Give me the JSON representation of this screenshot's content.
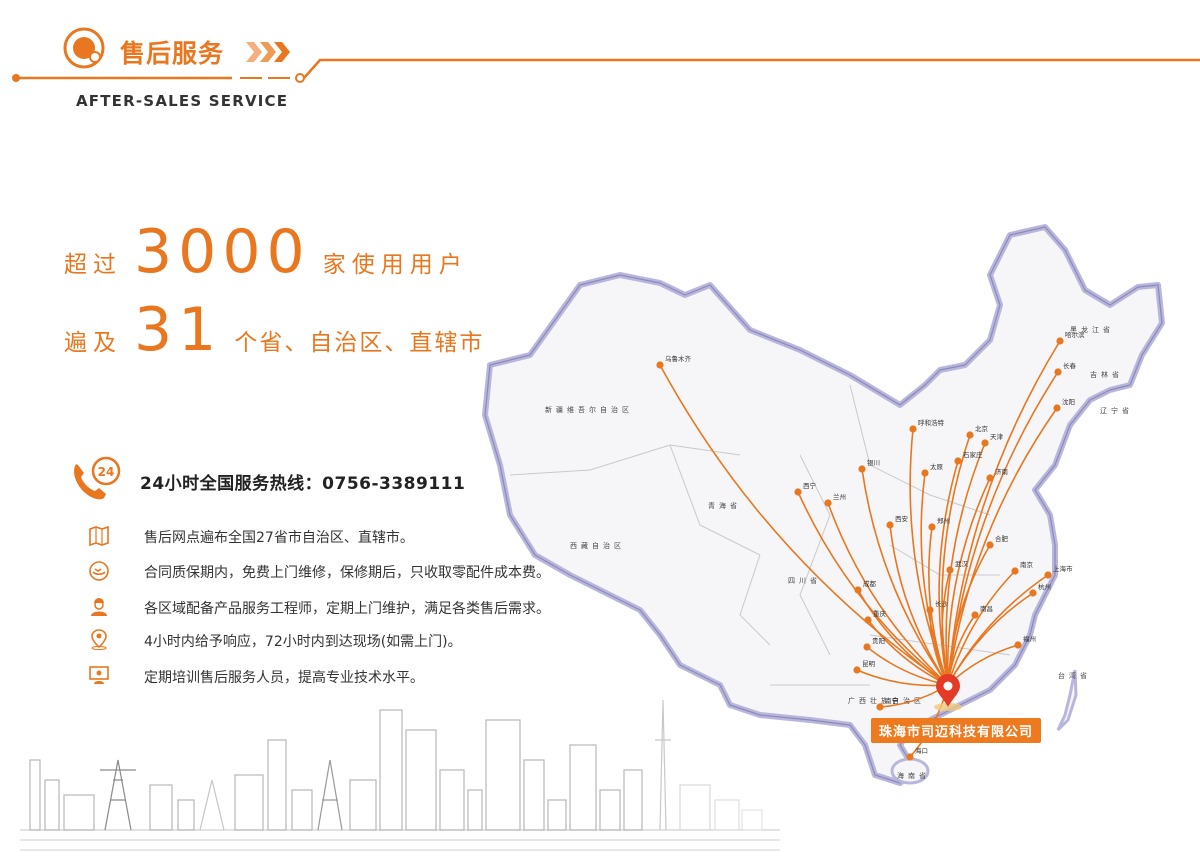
{
  "header": {
    "title_cn": "售后服务",
    "title_en": "AFTER-SALES SERVICE"
  },
  "stats": {
    "line1_prefix": "超过",
    "line1_number": "3000",
    "line1_suffix": "家使用用户",
    "line2_prefix": "遍及",
    "line2_number": "31",
    "line2_suffix": "个省、自治区、直辖市"
  },
  "hotline": {
    "icon_text": "24",
    "text": "24小时全国服务热线：0756-3389111"
  },
  "features": [
    {
      "icon": "map-book-icon",
      "text": "售后网点遍布全国27省市自治区、直辖市。"
    },
    {
      "icon": "handshake-icon",
      "text": "合同质保期内，免费上门维修，保修期后，只收取零配件成本费。"
    },
    {
      "icon": "engineer-icon",
      "text": "各区域配备产品服务工程师，定期上门维护，满足各类售后需求。"
    },
    {
      "icon": "location-pin-icon",
      "text": "4小时内给予响应，72小时内到达现场(如需上门)。"
    },
    {
      "icon": "training-icon",
      "text": "定期培训售后服务人员，提高专业技术水平。"
    }
  ],
  "map": {
    "origin_label": "珠海市司迈科技有限公司",
    "region_labels": [
      {
        "text": "新疆维吾尔自治区"
      },
      {
        "text": "西藏自治区"
      },
      {
        "text": "青海省"
      },
      {
        "text": "四川省"
      },
      {
        "text": "黑龙江省"
      },
      {
        "text": "吉林省"
      },
      {
        "text": "辽宁省"
      },
      {
        "text": "海南省"
      },
      {
        "text": "台湾省"
      },
      {
        "text": "广西壮族自治区"
      }
    ],
    "cities": [
      {
        "name": "乌鲁木齐"
      },
      {
        "name": "哈尔滨"
      },
      {
        "name": "长春"
      },
      {
        "name": "沈阳"
      },
      {
        "name": "呼和浩特"
      },
      {
        "name": "北京"
      },
      {
        "name": "天津"
      },
      {
        "name": "石家庄"
      },
      {
        "name": "太原"
      },
      {
        "name": "济南"
      },
      {
        "name": "银川"
      },
      {
        "name": "西宁"
      },
      {
        "name": "兰州"
      },
      {
        "name": "西安"
      },
      {
        "name": "郑州"
      },
      {
        "name": "合肥"
      },
      {
        "name": "南京"
      },
      {
        "name": "上海市"
      },
      {
        "name": "杭州"
      },
      {
        "name": "福州"
      },
      {
        "name": "成都"
      },
      {
        "name": "重庆"
      },
      {
        "name": "贵阳"
      },
      {
        "name": "昆明"
      },
      {
        "name": "南宁"
      },
      {
        "name": "海口"
      },
      {
        "name": "武汉"
      },
      {
        "name": "长沙"
      },
      {
        "name": "南昌"
      }
    ]
  },
  "colors": {
    "accent": "#e8771f",
    "border": "#b9b6dd",
    "text": "#333333"
  }
}
